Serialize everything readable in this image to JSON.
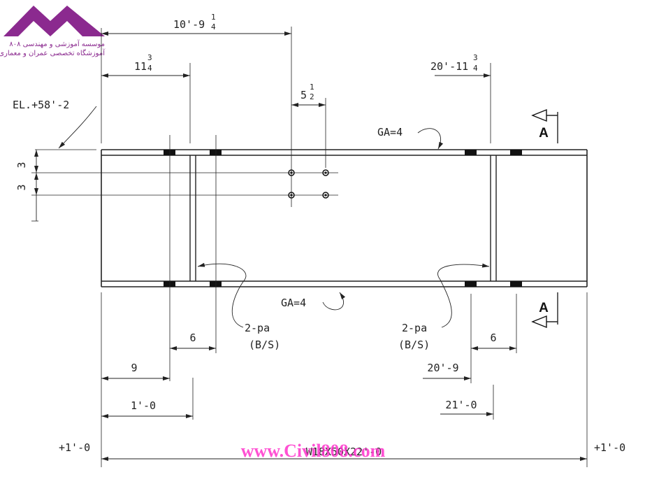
{
  "logo": {
    "line1": "موسسه آموزشی و مهندسی ۸۰۸",
    "line2": "آموزشگاه تخصصی عمران و معماری",
    "color": "#8b2a8f"
  },
  "watermark": {
    "text": "www.Civil808.com",
    "color": "#ff33cc"
  },
  "dimensions": {
    "top_total": {
      "whole": "10'-9",
      "num": "1",
      "den": "4"
    },
    "left_offset": {
      "whole": "11",
      "num": "3",
      "den": "4"
    },
    "bolt_spacing": {
      "whole": "5",
      "num": "1",
      "den": "2"
    },
    "right_offset": {
      "whole": "20'-11",
      "num": "3",
      "den": "4"
    },
    "vertical_1": "3",
    "vertical_2": "3",
    "bottom_6_left": "6",
    "bottom_9": "9",
    "bottom_1_0": "1'-0",
    "bottom_6_right": "6",
    "bottom_20_9": "20'-9",
    "bottom_21_0": "21'-0"
  },
  "labels": {
    "elevation": "EL.+58'-2",
    "gauge_top": "GA=4",
    "gauge_bottom": "GA=4",
    "pa_left": "2-pa",
    "bs_left": "(B/S)",
    "pa_right": "2-pa",
    "bs_right": "(B/S)",
    "member": "W18X50X22'-0",
    "end_left": "+1'-0",
    "end_right": "+1'-0",
    "section_top": "A",
    "section_bottom": "A"
  }
}
